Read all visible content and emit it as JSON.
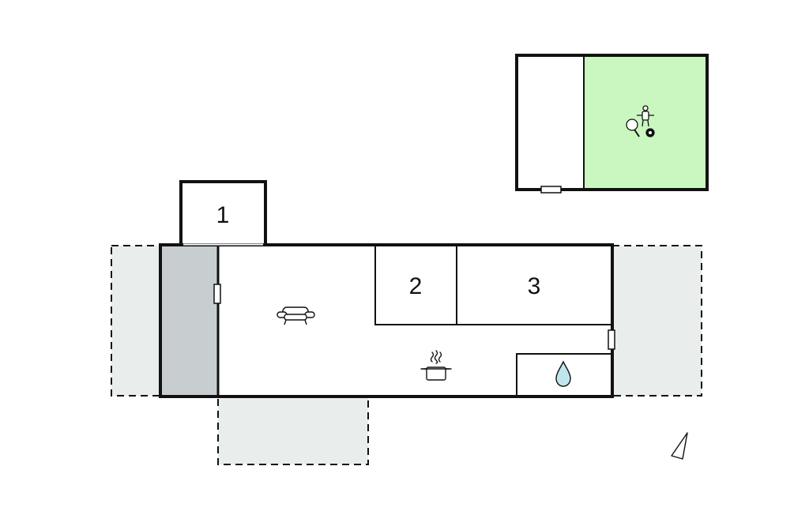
{
  "rooms": {
    "room_1": {
      "label": "1"
    },
    "room_2": {
      "label": "2"
    },
    "room_3": {
      "label": "3"
    }
  },
  "icons": {
    "living_area": "sofa-icon",
    "kitchen": "cooking-pot-icon",
    "bathroom": "water-drop-icon",
    "games_room": "table-tennis-foosball-billiards-icon",
    "orientation": "north-arrow-icon"
  },
  "colors": {
    "wall": "#111111",
    "games_room_fill": "#c9f7bf",
    "covered_terrace_fill": "#c8ced0",
    "open_terrace_fill": "#e9eeed",
    "water_drop_fill": "#bfe6ee"
  }
}
